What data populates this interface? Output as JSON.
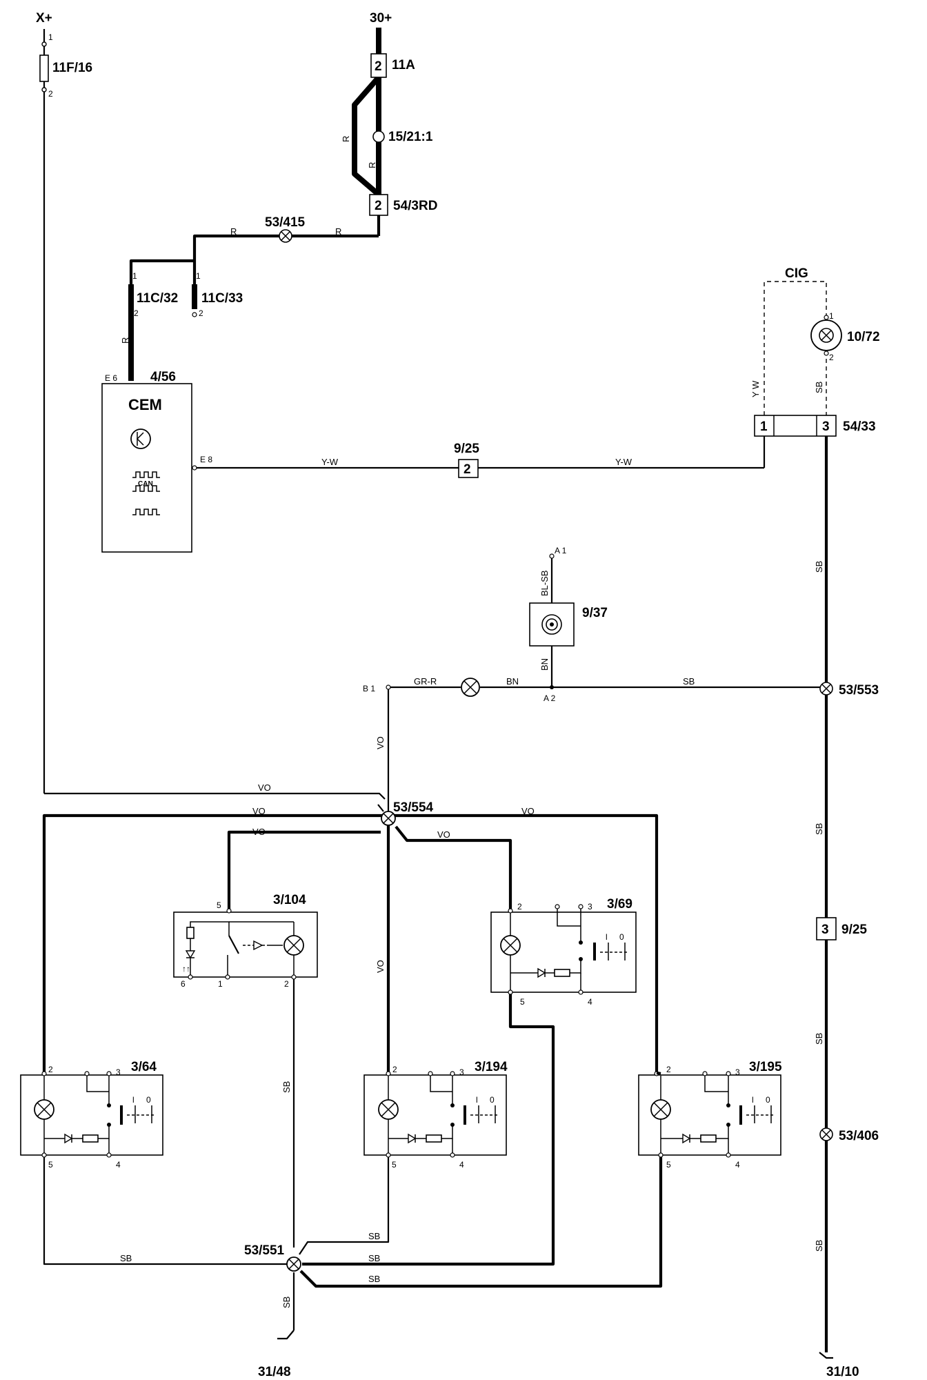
{
  "diagram": {
    "terminals": {
      "x_plus": "X+",
      "b30_plus": "30+",
      "ground_31_48": "31/48",
      "ground_31_10": "31/10"
    },
    "fuses": {
      "f11f16": "11F/16",
      "f11a": "11A",
      "f11a_pin": "2"
    },
    "connectors": {
      "c15_21_1": "15/21:1",
      "c54_3rd": "54/3RD",
      "c54_3rd_pin": "2",
      "c11c32": "11C/32",
      "c11c33": "11C/33",
      "c9_25": "9/25",
      "c9_25_pin_a": "2",
      "c9_25_pin_b": "3",
      "c54_33": "54/33",
      "c54_33_pin_1": "1",
      "c54_33_pin_3": "3",
      "cig": "CIG"
    },
    "splices": {
      "s53_415": "53/415",
      "s53_553": "53/553",
      "s53_554": "53/554",
      "s53_406": "53/406",
      "s53_551": "53/551"
    },
    "components": {
      "cem_id": "4/56",
      "cem_name": "CEM",
      "cem_can": "CAN",
      "lamp_10_72": "10/72",
      "socket_9_37": "9/37",
      "sw_3_104": "3/104",
      "sw_3_69": "3/69",
      "sw_3_64": "3/64",
      "sw_3_194": "3/194",
      "sw_3_195": "3/195"
    },
    "pins": {
      "e6": "E 6",
      "e8": "E 8",
      "a1": "A 1",
      "a2": "A 2",
      "b1": "B 1",
      "p1": "1",
      "p2": "2",
      "p3": "3",
      "p4": "4",
      "p5": "5",
      "p6": "6",
      "p0": "0",
      "pl": "l"
    },
    "wire_colors": {
      "r": "R",
      "yw": "Y-W",
      "yw_v": "Y W",
      "sb": "SB",
      "vo": "VO",
      "grr": "GR-R",
      "bn": "BN",
      "blsb": "BL-SB"
    }
  }
}
